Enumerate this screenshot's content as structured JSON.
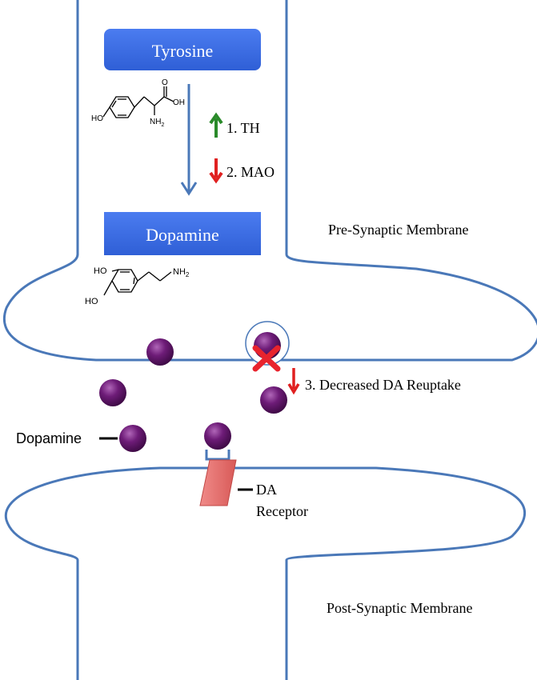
{
  "boxes": {
    "tyrosine": "Tyrosine",
    "dopamine": "Dopamine"
  },
  "chem": {
    "tyrosine": {
      "oh_ring": "HO",
      "oh_acid": "OH",
      "o": "O",
      "nh2": "NH",
      "nh2_sub": "2"
    },
    "dopamine": {
      "ho_top": "HO",
      "ho_bottom": "HO",
      "nh2": "NH",
      "nh2_sub": "2"
    }
  },
  "steps": {
    "th": "1. TH",
    "mao": "2. MAO",
    "reuptake": "3. Decreased DA Reuptake"
  },
  "labels": {
    "pre": "Pre-Synaptic Membrane",
    "post": "Post-Synaptic Membrane",
    "dopamine": "Dopamine",
    "receptor_line1": "DA",
    "receptor_line2": "Receptor"
  },
  "colors": {
    "membrane": "#4a78b8",
    "box": "#3d6ee0",
    "molecule": "#6a1a72",
    "receptor": "#e26a68",
    "up_arrow": "#2a8a2a",
    "down_arrow": "#e02020",
    "block": "#e8232d"
  }
}
